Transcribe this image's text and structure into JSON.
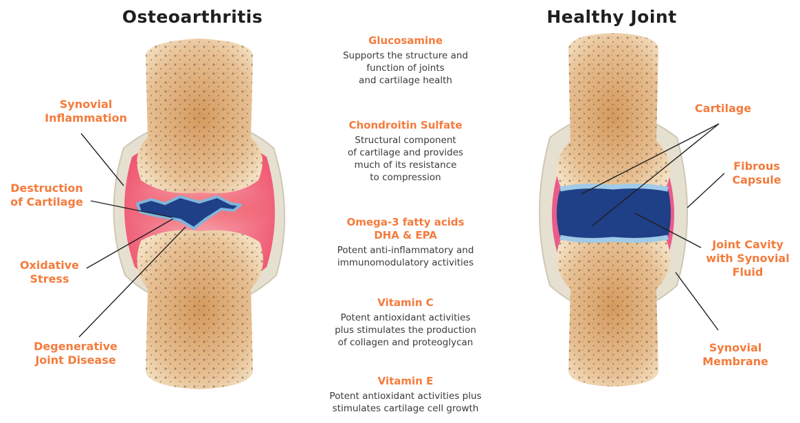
{
  "titles": {
    "left": "Osteoarthritis",
    "right": "Healthy Joint"
  },
  "left_labels": {
    "synovial_inflammation": "Synovial\nInflammation",
    "destruction_of_cartilage": "Destruction\nof Cartilage",
    "oxidative_stress": "Oxidative\nStress",
    "degenerative_joint_disease": "Degenerative\nJoint Disease"
  },
  "right_labels": {
    "cartilage": "Cartilage",
    "fibrous_capsule": "Fibrous\nCapsule",
    "joint_cavity": "Joint Cavity\nwith Synovial\nFluid",
    "synovial_membrane": "Synovial\nMembrane"
  },
  "nutrients": [
    {
      "name": "Glucosamine",
      "description": "Supports the structure and\nfunction of joints\nand cartilage health"
    },
    {
      "name": "Chondroitin Sulfate",
      "description": "Structural component\nof cartilage and provides\nmuch of its resistance\nto compression"
    },
    {
      "name": "Omega-3 fatty acids\nDHA & EPA",
      "description": "Potent anti-inflammatory and\nimmunomodulatory activities"
    },
    {
      "name": "Vitamin C",
      "description": "Potent antioxidant activities\nplus stimulates the production\nof collagen and proteoglycan"
    },
    {
      "name": "Vitamin E",
      "description": "Potent antioxidant activities plus\nstimulates cartilage cell growth"
    }
  ],
  "colors": {
    "accent": "#f47b3c",
    "bone": "#e8c9a0",
    "cartilage": "#b7dcef",
    "synovial_fluid": "#1f3f86",
    "inflammation": "#ef5a73",
    "capsule": "#dcd6c6"
  }
}
